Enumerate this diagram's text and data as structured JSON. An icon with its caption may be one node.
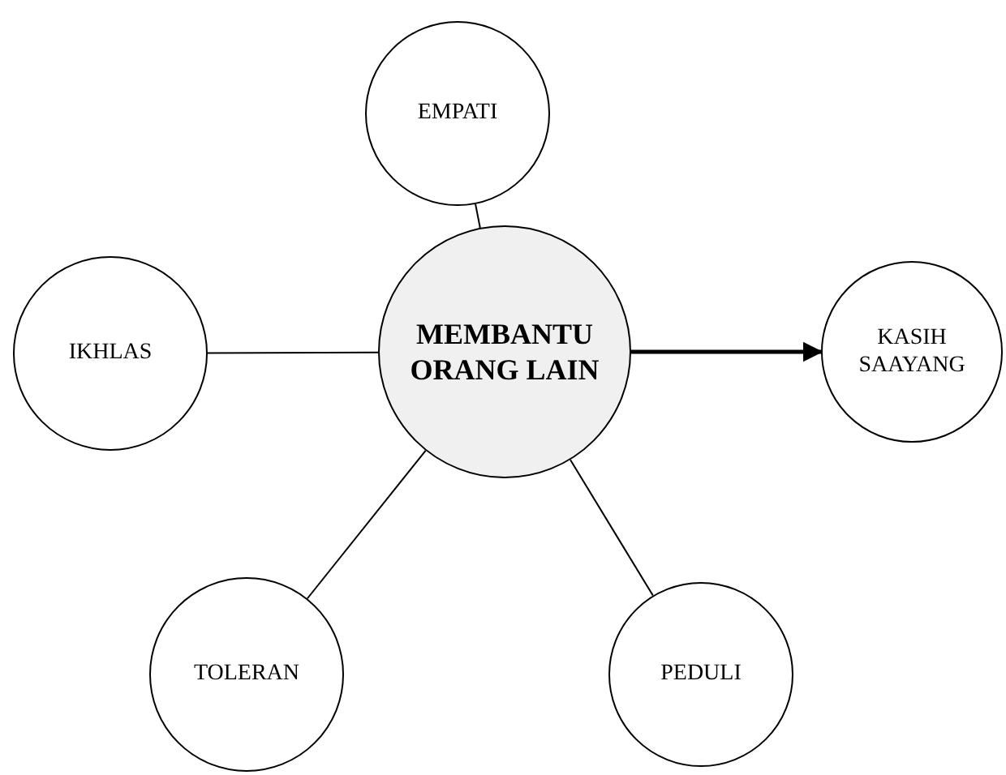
{
  "diagram": {
    "nodes": [
      {
        "text": [
          "EMPATI"
        ]
      },
      {
        "text": [
          "IKHLAS"
        ]
      },
      {
        "text": [
          "MEMBANTU ORANG LAIN"
        ]
      },
      {
        "text": [
          "KASIH SAAYANG"
        ]
      },
      {
        "text": [
          "TOLERAN"
        ]
      },
      {
        "text": [
          "PEDULI"
        ]
      }
    ],
    "edges": [
      {
        "from": 2,
        "to": 0,
        "arrow": "none"
      },
      {
        "from": 2,
        "to": 1,
        "arrow": "none"
      },
      {
        "from": 2,
        "to": 3,
        "arrow": "to",
        "style": "thick"
      },
      {
        "from": 2,
        "to": 4,
        "arrow": "none"
      },
      {
        "from": 2,
        "to": 5,
        "arrow": "none"
      }
    ]
  }
}
